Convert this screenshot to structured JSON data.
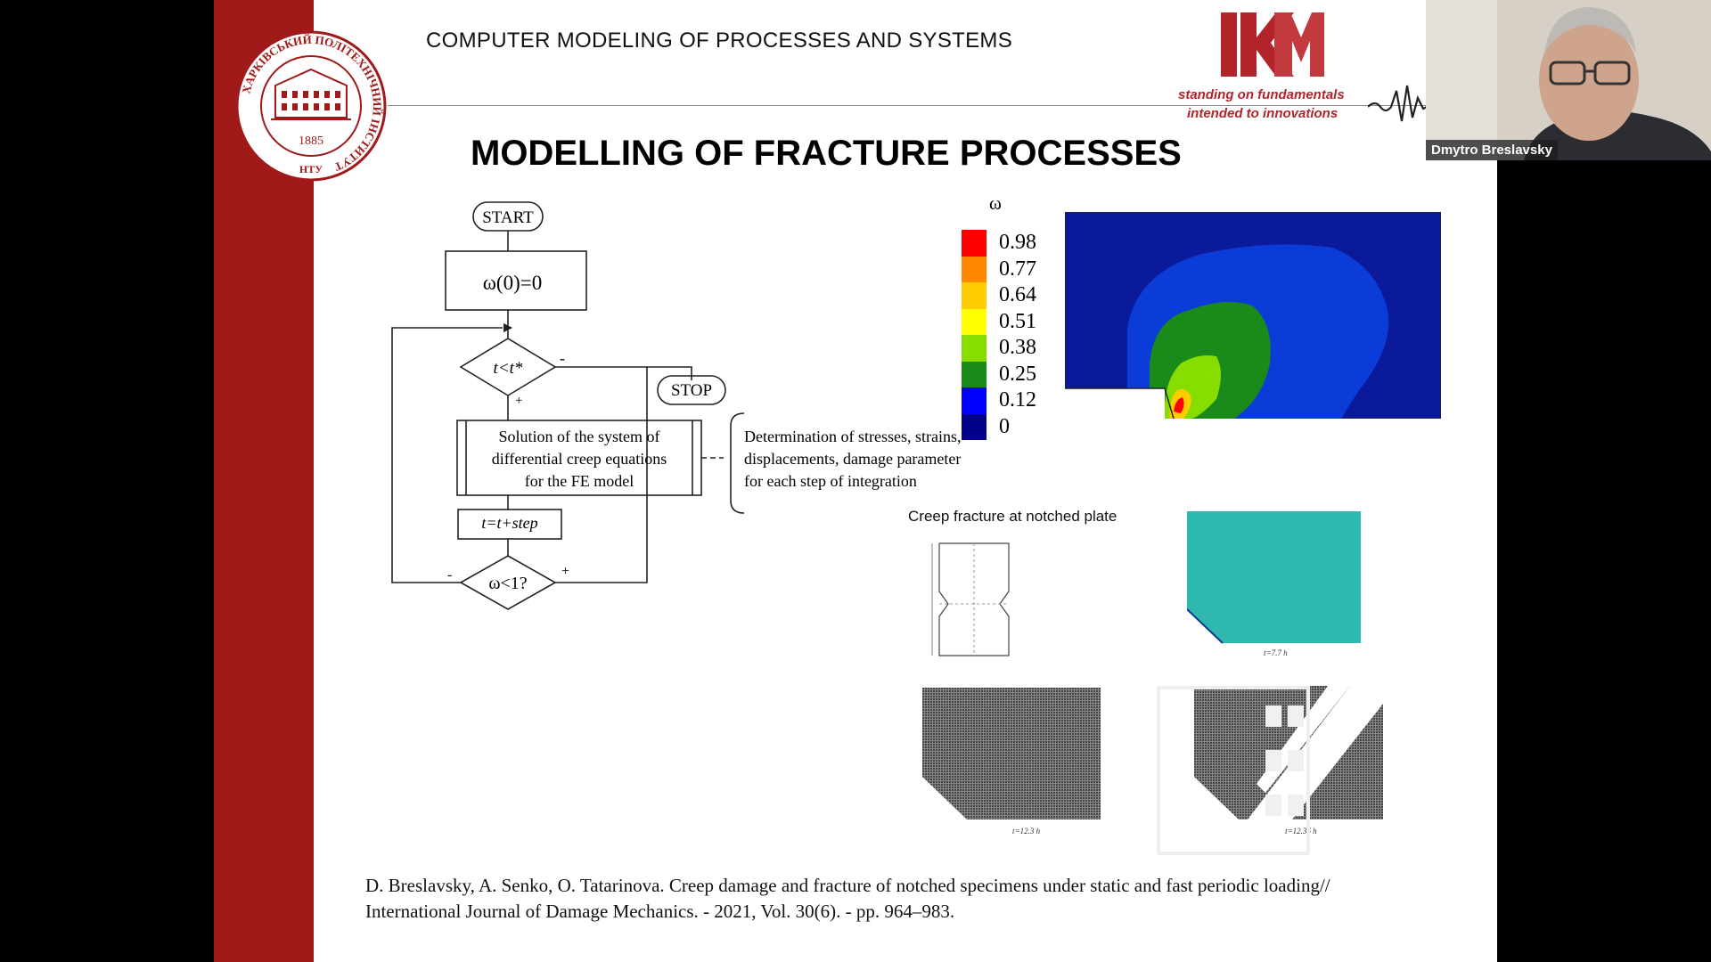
{
  "slide": {
    "header": "COMPUTER MODELING OF PROCESSES AND SYSTEMS",
    "tagline_line1": "standing on fundamentals",
    "tagline_line2": "intended to innovations",
    "title": "MODELLING OF FRACTURE PROCESSES",
    "seal": {
      "year": "1885",
      "ring_text": "ХАРКІВСЬКИЙ ПОЛІТЕХНІЧНИЙ ІНСТИТУТ",
      "bottom_text": "НТУ"
    },
    "flowchart": {
      "start": "START",
      "init": "ω(0)=0",
      "condition": "t<t*",
      "minus": "-",
      "plus": "+",
      "stop": "STOP",
      "solve_line1": "Solution of the system of",
      "solve_line2": "differential creep equations",
      "solve_line3": "for the FE model",
      "note_line1": "Determination of stresses, strains,",
      "note_line2": "displacements, damage parameter",
      "note_line3": "for each step of integration",
      "step": "t=t+step",
      "check": "ω<1?",
      "check_minus": "-",
      "check_plus": "+"
    },
    "contour": {
      "symbol": "ω",
      "legend": [
        {
          "label": "0.98",
          "color": "#ff0000"
        },
        {
          "label": "0.77",
          "color": "#ff8800"
        },
        {
          "label": "0.64",
          "color": "#ffcc00"
        },
        {
          "label": "0.51",
          "color": "#ffff00"
        },
        {
          "label": "0.38",
          "color": "#88dd00"
        },
        {
          "label": "0.25",
          "color": "#1a8a1a"
        },
        {
          "label": "0.12",
          "color": "#0000ff"
        },
        {
          "label": "0",
          "color": "#000088"
        }
      ]
    },
    "creep_caption": "Creep fracture at notched plate",
    "mesh_times": [
      "t=7.7 h",
      "t=12.3 h",
      "t=12.36 h"
    ],
    "reference_line1": "D. Breslavsky, A. Senko, O. Tatarinova. Creep damage and fracture of notched specimens under static and fast periodic loading//",
    "reference_line2": "International Journal of Damage Mechanics. - 2021, Vol. 30(6). - pp. 964–983."
  },
  "video": {
    "participant_name": "Dmytro Breslavsky"
  }
}
